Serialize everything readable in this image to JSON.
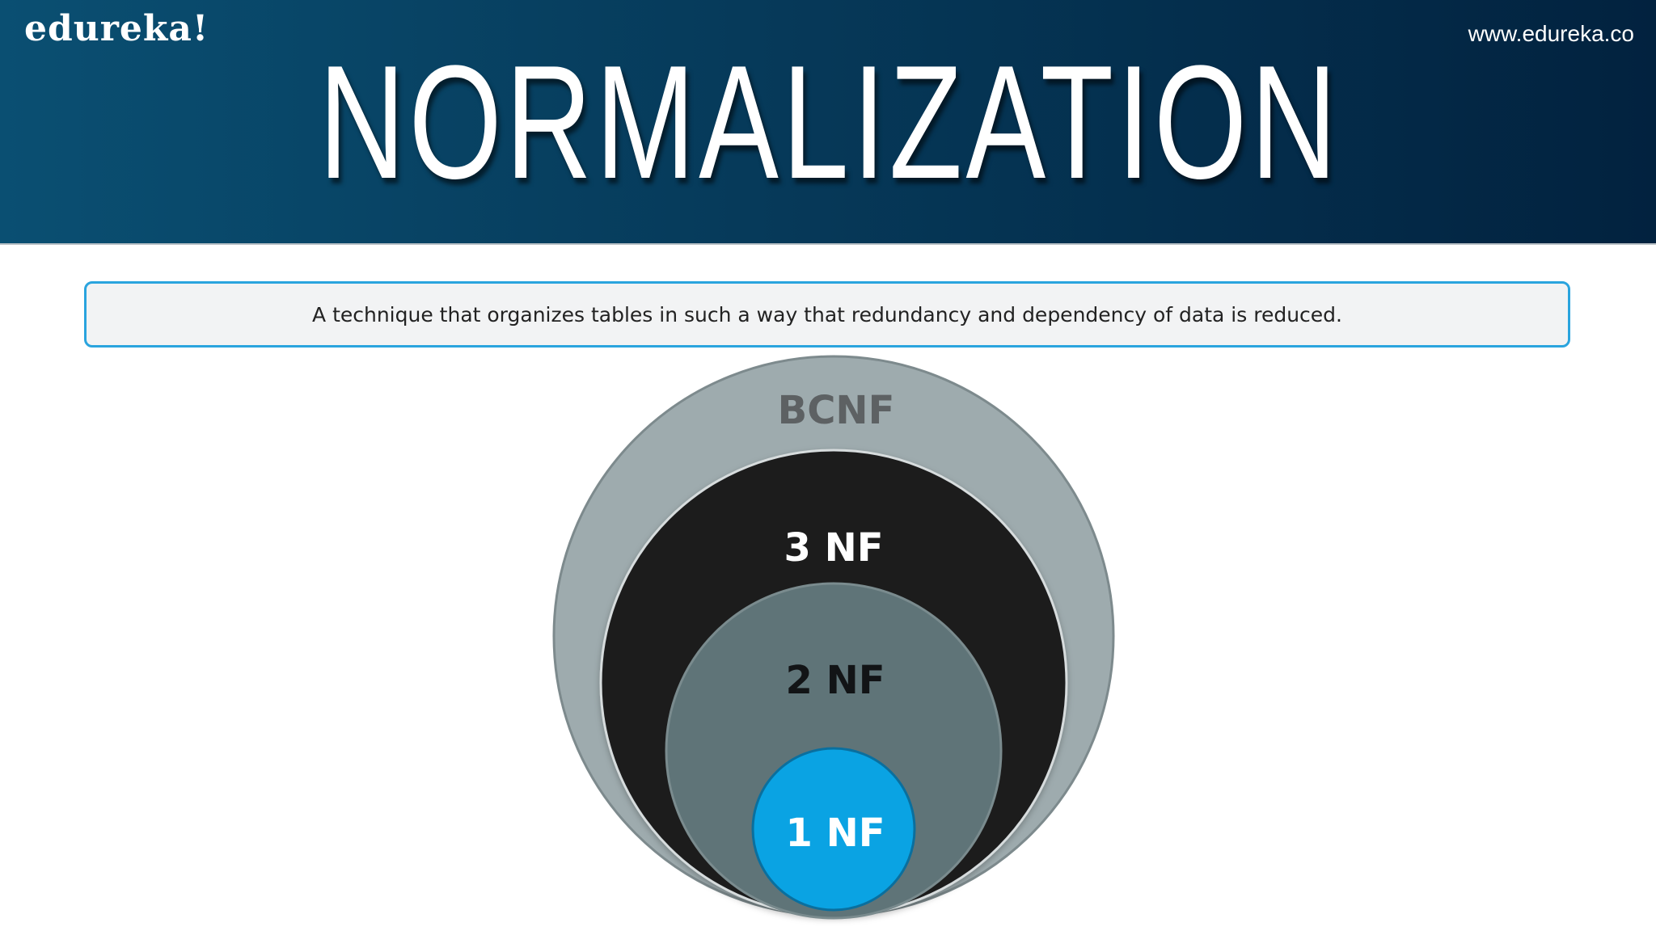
{
  "header": {
    "logo": "edureka!",
    "url": "www.edureka.co",
    "title": "NORMALIZATION"
  },
  "definition": "A technique that organizes tables in such a way that redundancy and dependency of data is reduced.",
  "diagram": {
    "levels": [
      {
        "label": "BCNF",
        "color": "#9eabae"
      },
      {
        "label": "3 NF",
        "color": "#1a1c1f"
      },
      {
        "label": "2 NF",
        "color": "#5f7478"
      },
      {
        "label": "1 NF",
        "color": "#0aa3e3"
      }
    ]
  },
  "colors": {
    "header_start": "#0a4f72",
    "header_end": "#02223f",
    "accent_border": "#2aa4de"
  }
}
